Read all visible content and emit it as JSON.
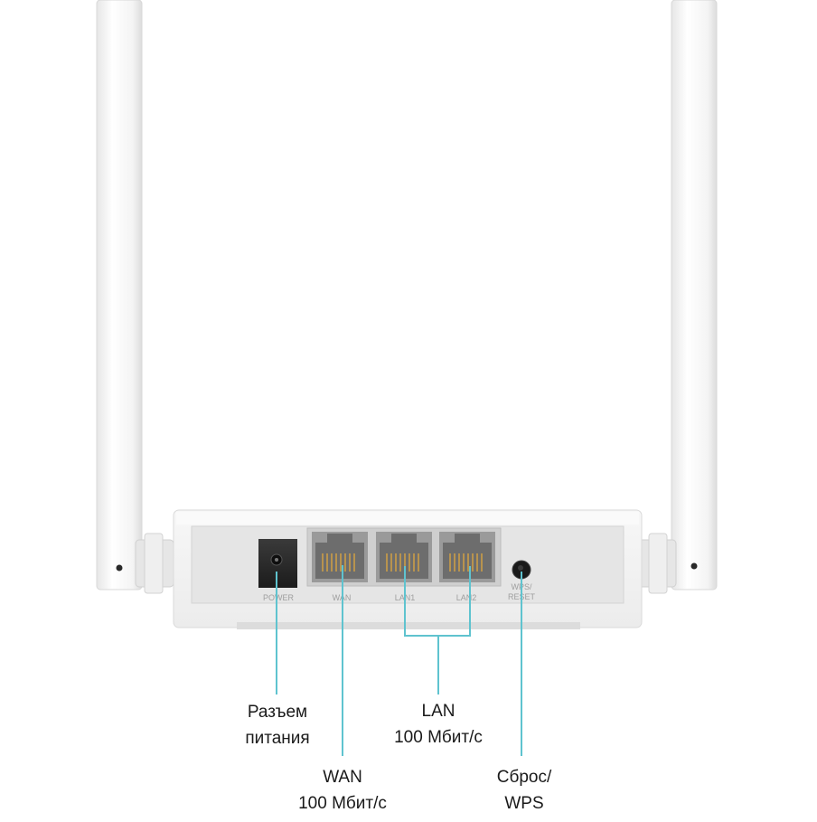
{
  "port_labels": {
    "power": "POWER",
    "wan": "WAN",
    "lan1": "LAN1",
    "lan2": "LAN2",
    "wps_line1": "WPS/",
    "wps_line2": "RESET"
  },
  "callouts": {
    "power": {
      "line1": "Разъем",
      "line2": "питания"
    },
    "wan": {
      "line1": "WAN",
      "line2": "100 Мбит/с"
    },
    "lan": {
      "line1": "LAN",
      "line2": "100 Мбит/с"
    },
    "wps": {
      "line1": "Сброс/",
      "line2": "WPS"
    }
  },
  "colors": {
    "leader_line": "#5fc3cf",
    "body": "#f3f3f3",
    "panel": "#e3e3e3"
  }
}
